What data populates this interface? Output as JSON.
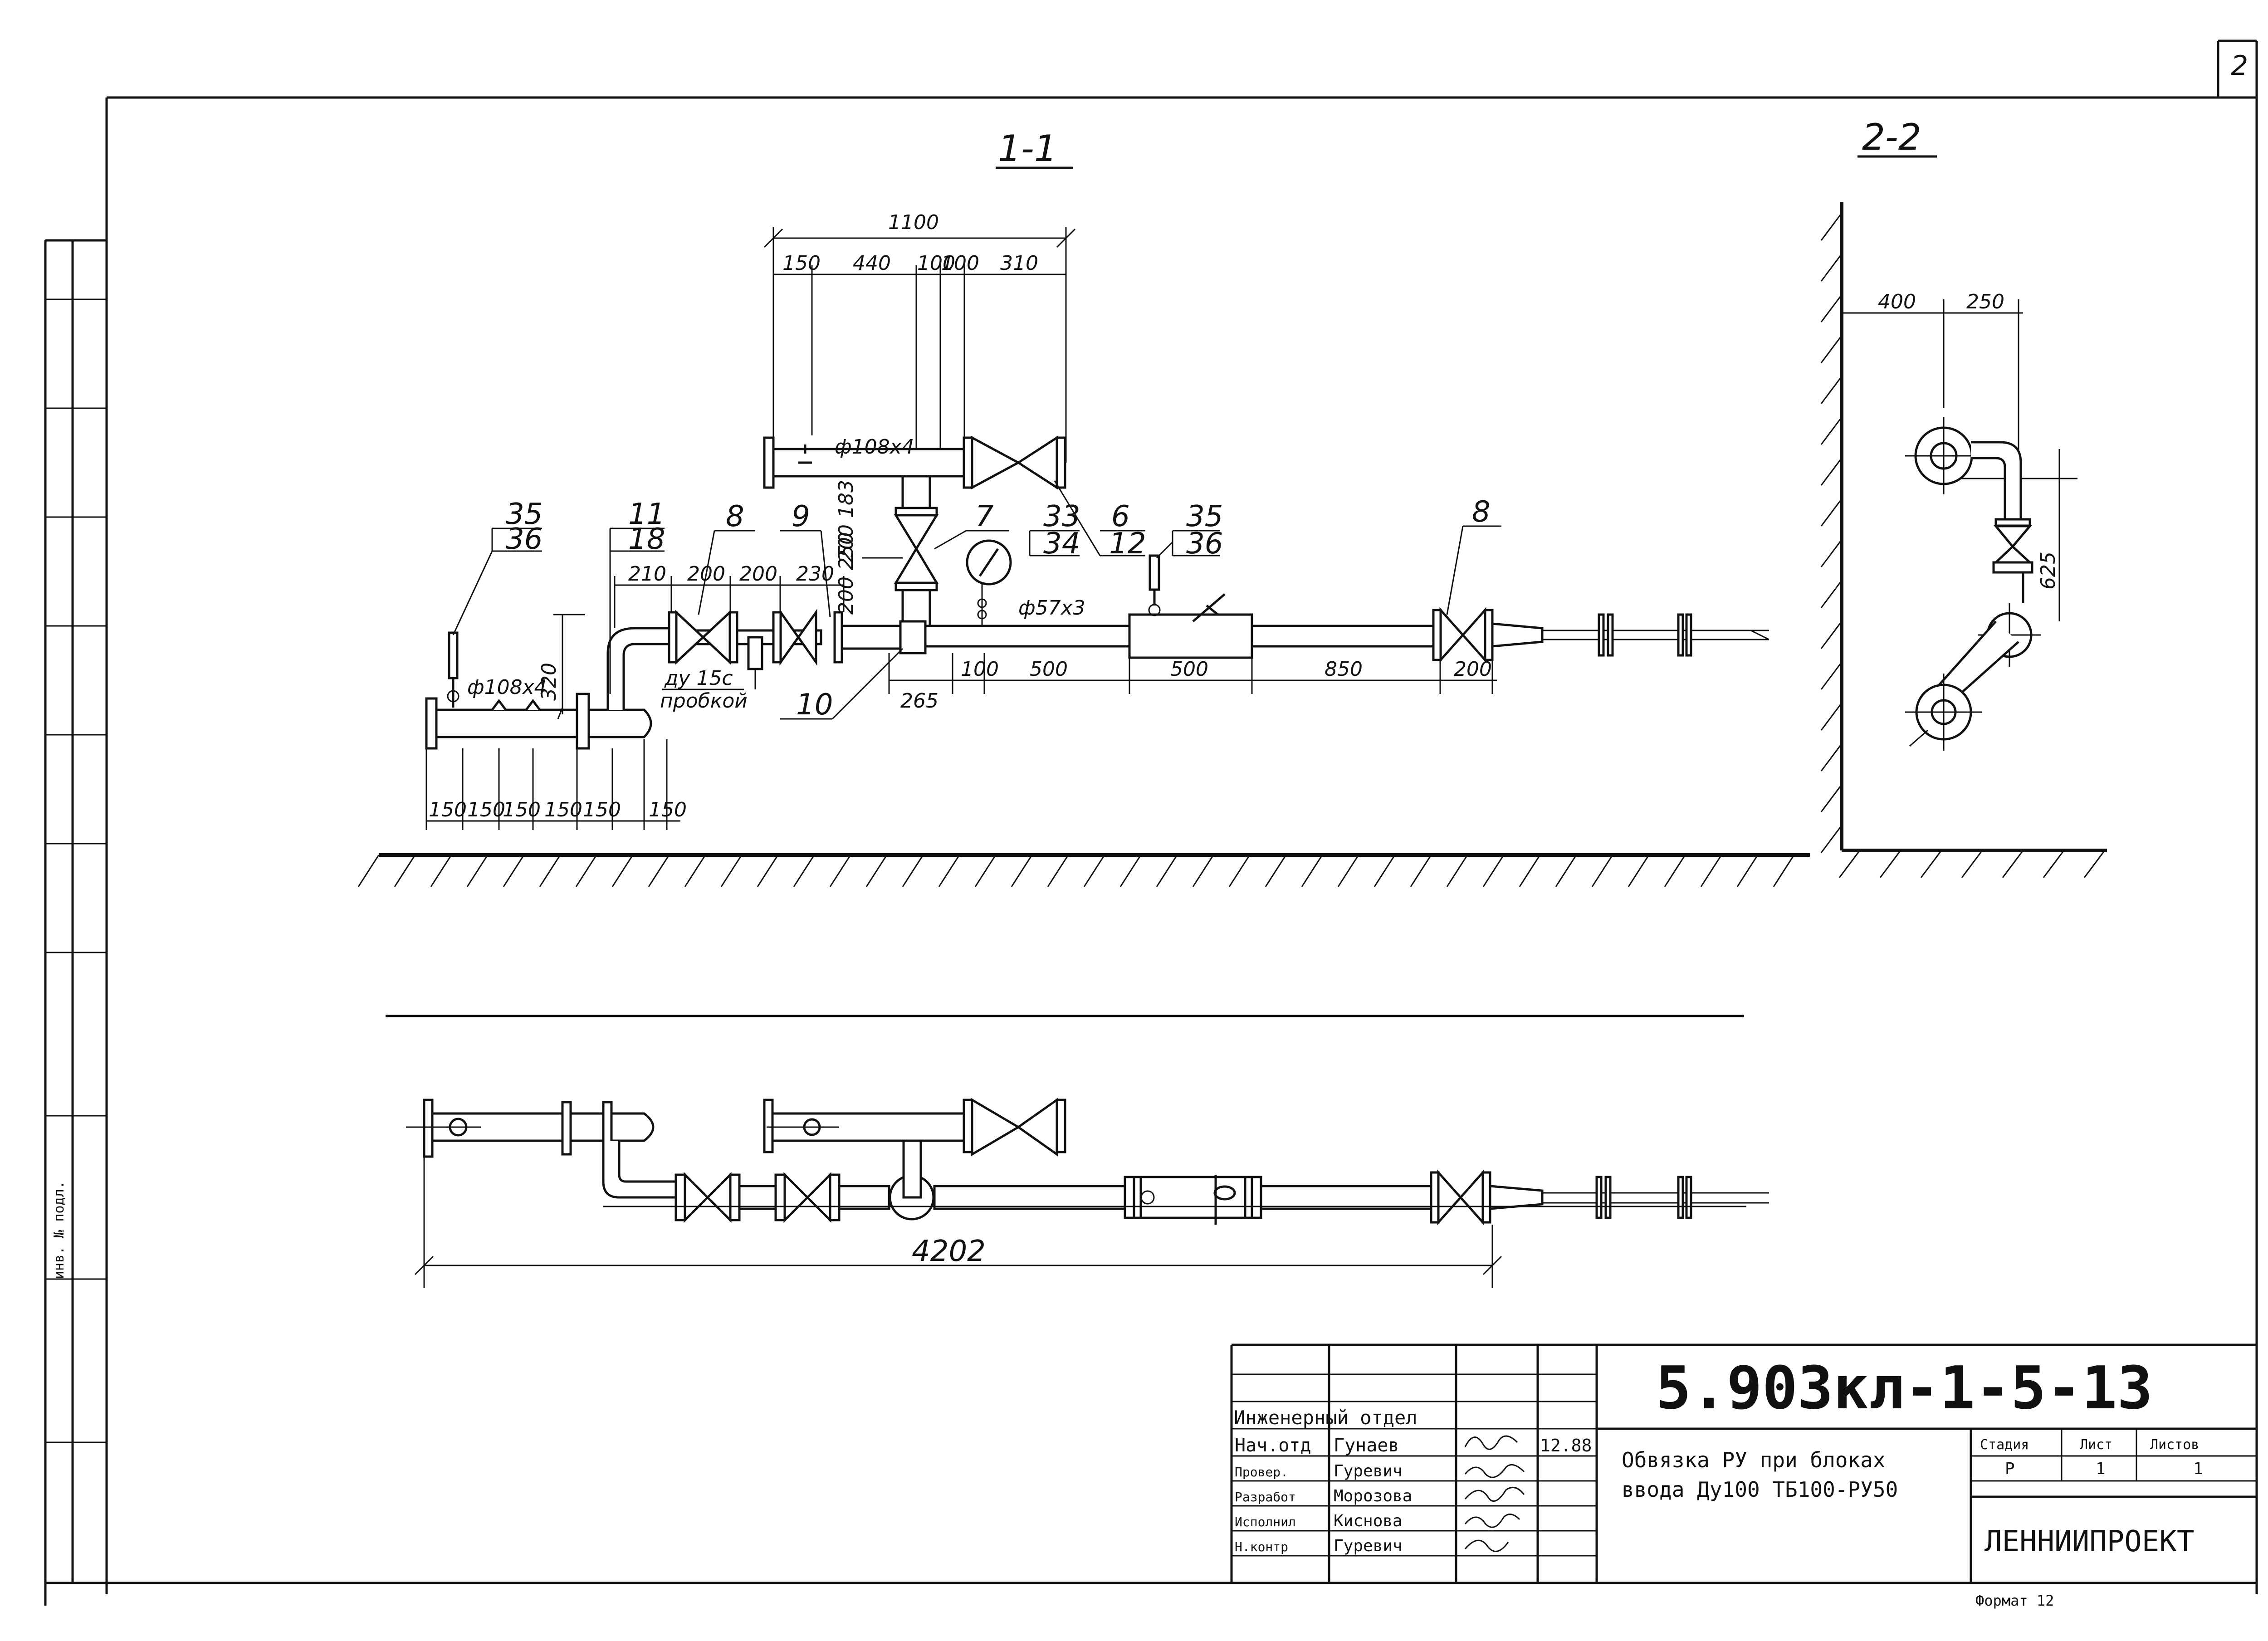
{
  "sheet_number": "2",
  "sections": {
    "section_1": "1-1",
    "section_2": "2-2"
  },
  "section_1_dims": {
    "overall_top": "1100",
    "top_segments": [
      "150",
      "440",
      "100",
      "100",
      "310"
    ],
    "pipe_top": "ф108х4",
    "pipe_main": "ф108х4",
    "pipe_branch": "ф57х3",
    "vertical_200_183": "200 183",
    "vertical_200_250": "200 250",
    "vertical_320": "320",
    "horiz_210": "210",
    "horiz_200a": "200",
    "horiz_200b": "200",
    "horiz_230": "230",
    "bottom_segments": [
      "150",
      "150",
      "150",
      "150",
      "150",
      "150"
    ],
    "under_265": "265",
    "under_100": "100",
    "under_500a": "500",
    "under_500b": "500",
    "under_850": "850",
    "under_200": "200",
    "du_label": "ду 15с",
    "plug_label": "пробкой"
  },
  "callouts": {
    "c35_36_left": {
      "top": "35",
      "bottom": "36"
    },
    "c11_18": {
      "top": "11",
      "bottom": "18"
    },
    "c8": "8",
    "c9": "9",
    "c10": "10",
    "c7": "7",
    "c33_34": {
      "top": "33",
      "bottom": "34"
    },
    "c6_12": {
      "top": "6",
      "bottom": "12"
    },
    "c35_36_right": {
      "top": "35",
      "bottom": "36"
    },
    "c8_right": "8"
  },
  "section_2_dims": {
    "d400": "400",
    "d250": "250",
    "d625": "625"
  },
  "plan_dims": {
    "overall": "4202"
  },
  "left_strip": {
    "stamp_text": "инв. № подл."
  },
  "title_block": {
    "code": "5.903кл-1-5-13",
    "department": "Инженерный отдел",
    "rows": [
      {
        "role": "Нач.отд",
        "name": "Гунаев",
        "date": "12.88"
      },
      {
        "role": "Провер.",
        "name": "Гуревич",
        "date": ""
      },
      {
        "role": "Разработ",
        "name": "Морозова",
        "date": ""
      },
      {
        "role": "Исполнил",
        "name": "Киснова",
        "date": ""
      },
      {
        "role": "Н.контр",
        "name": "Гуревич",
        "date": ""
      }
    ],
    "title_line1": "Обвязка РУ при блоках",
    "title_line2": "ввода Ду100  ТБ100-РУ50",
    "stage_header": "Стадия",
    "sheet_header": "Лист",
    "sheets_header": "Листов",
    "stage_value": "Р",
    "sheet_value": "1",
    "sheets_value": "1",
    "organization": "ЛЕННИИПРОЕКТ",
    "format": "Формат 12"
  }
}
